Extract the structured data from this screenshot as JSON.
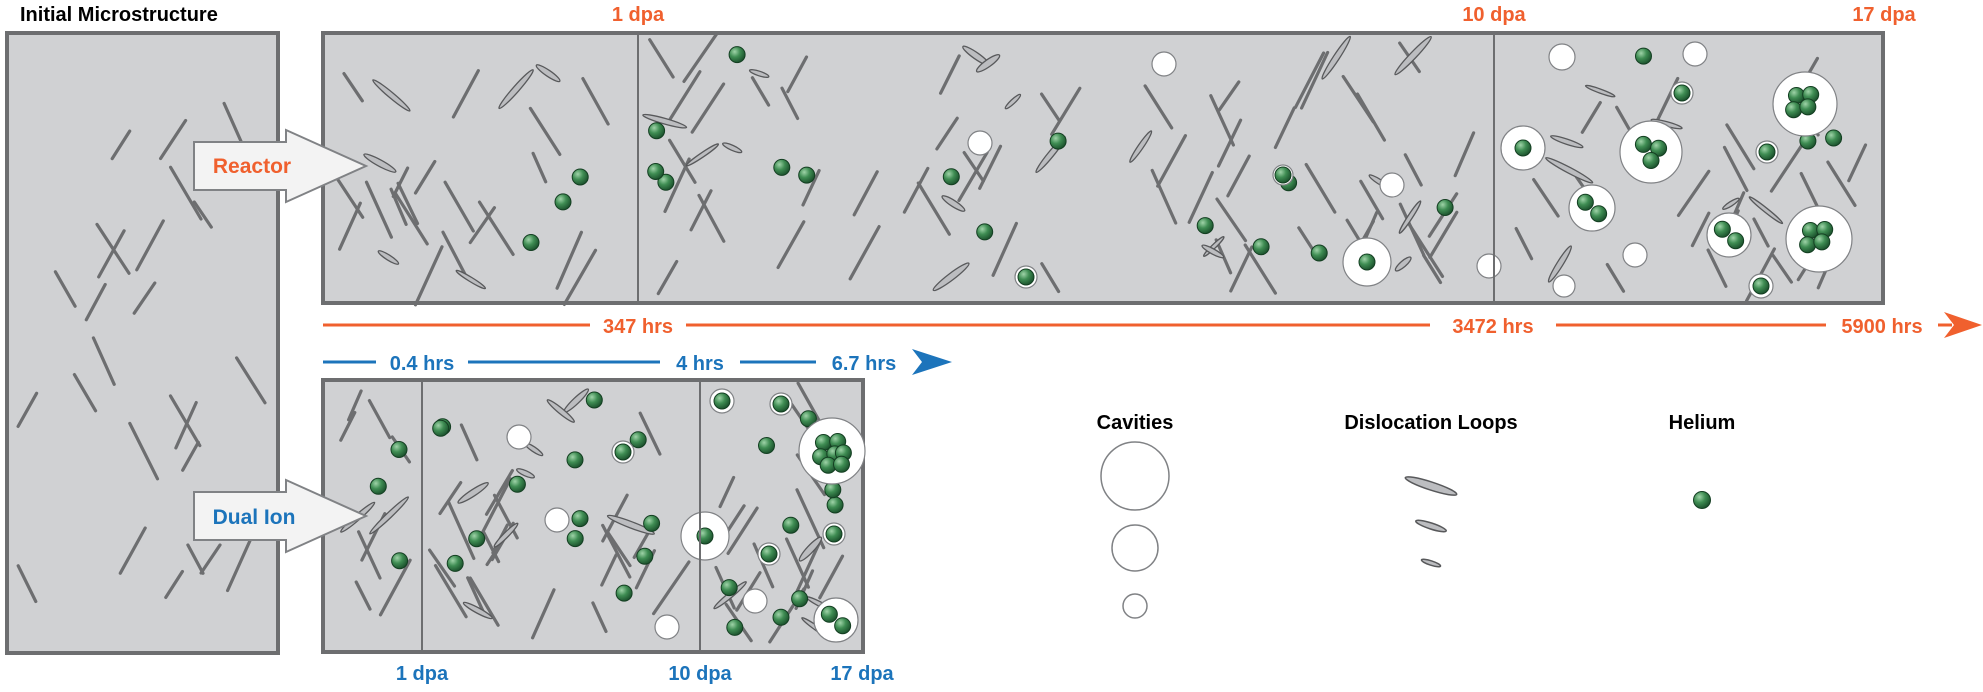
{
  "colors": {
    "reactor": "#f0602e",
    "dual_ion": "#1c74bb",
    "panel_fill": "#d0d1d3",
    "panel_border": "#6d6e70",
    "line": "#6d6e70",
    "helium_dark": "#1f5e34",
    "helium_mid": "#3f8d53",
    "helium_light": "#8fc79a",
    "cavity_fill": "#ffffff",
    "text_black": "#000000"
  },
  "initial": {
    "title": "Initial Microstructure"
  },
  "reactor": {
    "label": "Reactor",
    "dpa_labels": [
      "1 dpa",
      "10 dpa",
      "17 dpa"
    ],
    "time_labels": [
      "347 hrs",
      "3472 hrs",
      "5900 hrs"
    ]
  },
  "dual_ion": {
    "label": "Dual Ion",
    "dpa_labels": [
      "1 dpa",
      "10 dpa",
      "17 dpa"
    ],
    "time_labels": [
      "0.4 hrs",
      "4 hrs",
      "6.7 hrs"
    ]
  },
  "legend": {
    "cavities": "Cavities",
    "dislocation_loops": "Dislocation Loops",
    "helium": "Helium"
  }
}
